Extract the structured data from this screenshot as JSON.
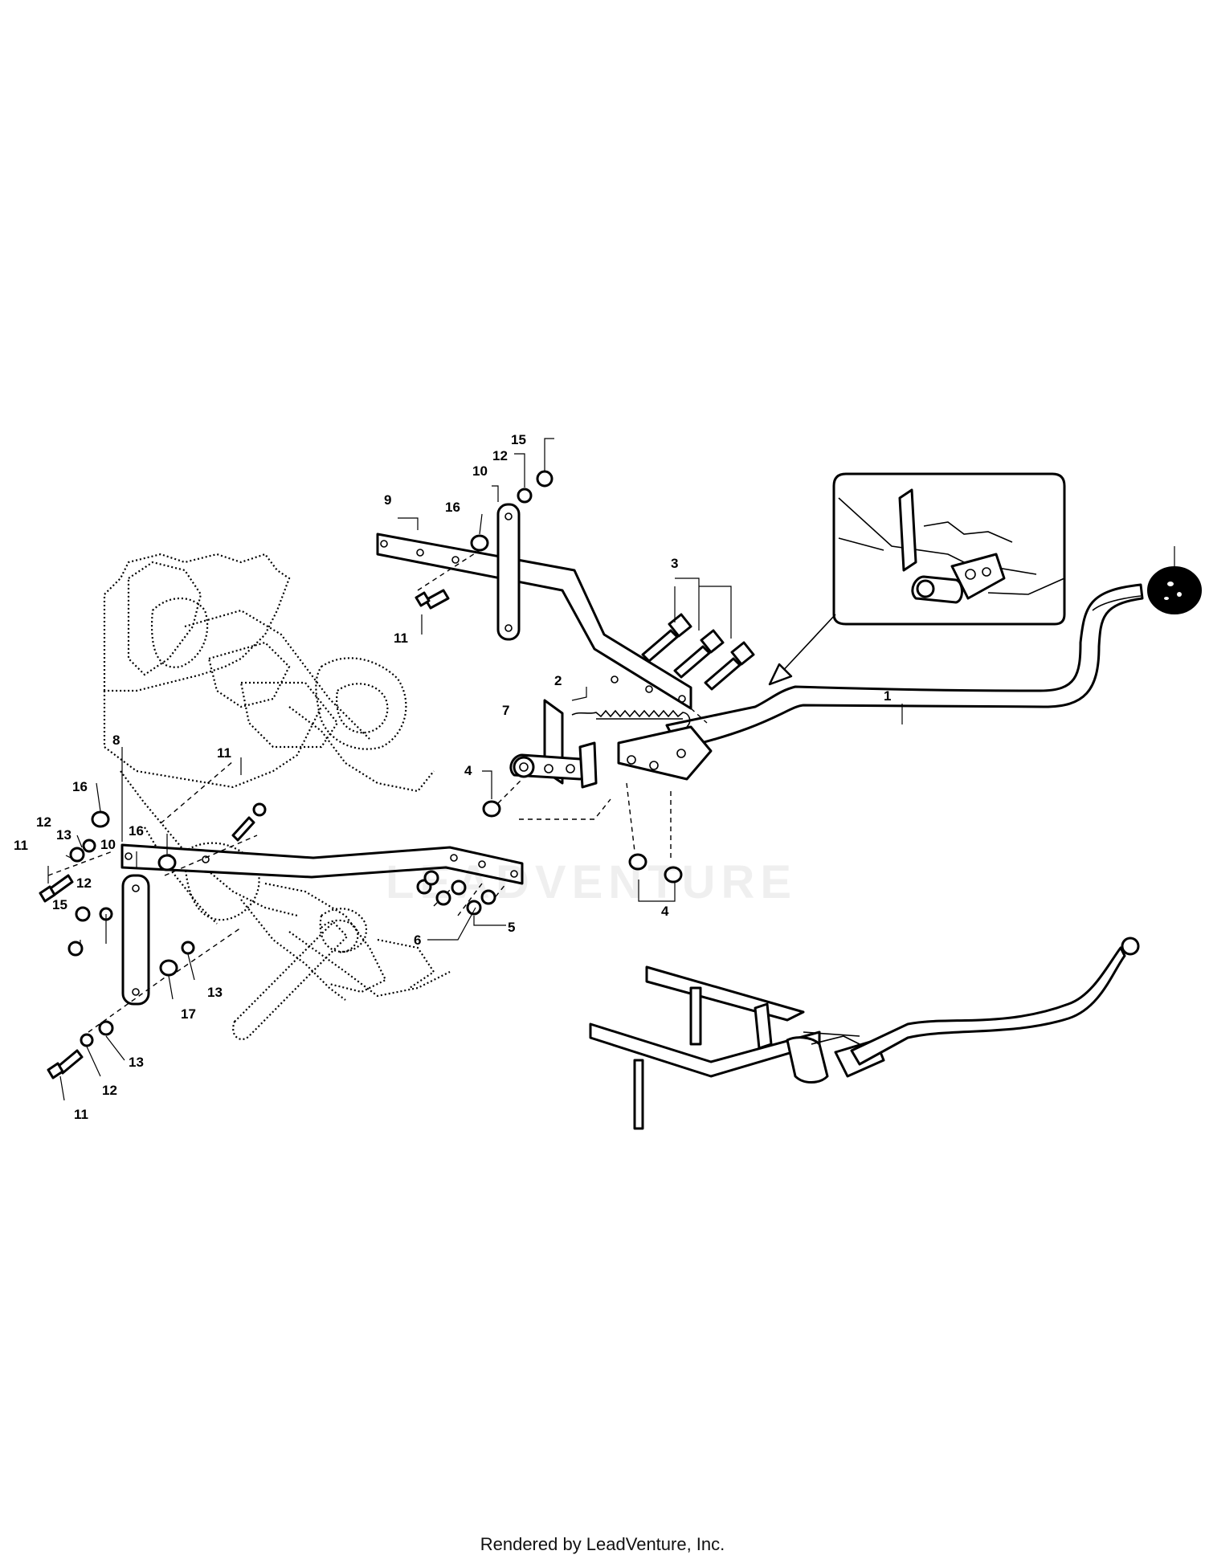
{
  "diagram": {
    "callouts": [
      "1",
      "2",
      "3",
      "4",
      "4",
      "5",
      "6",
      "7",
      "8",
      "9",
      "10",
      "10",
      "11",
      "11",
      "11",
      "11",
      "12",
      "12",
      "12",
      "12",
      "13",
      "13",
      "13",
      "15",
      "15",
      "16",
      "16",
      "16",
      "17"
    ]
  },
  "watermark": "LEADVENTURE",
  "footer": "Rendered by LeadVenture, Inc."
}
